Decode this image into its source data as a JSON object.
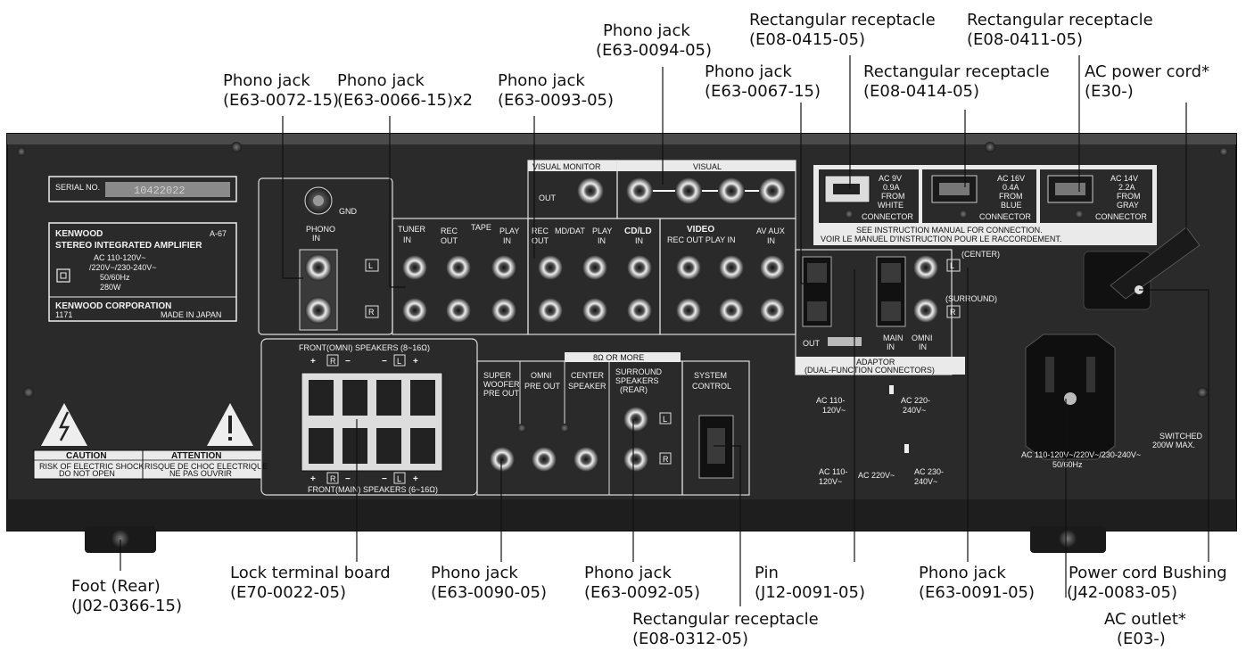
{
  "callouts": {
    "phono_0072": [
      "Phono jack",
      "(E63-0072-15)"
    ],
    "phono_0066": [
      "Phono jack",
      "(E63-0066-15)x2"
    ],
    "phono_0093": [
      "Phono jack",
      "(E63-0093-05)"
    ],
    "phono_0094": [
      "Phono jack",
      "(E63-0094-05)"
    ],
    "phono_0067": [
      "Phono jack",
      "(E63-0067-15)"
    ],
    "rect_0415": [
      "Rectangular receptacle",
      "(E08-0415-05)"
    ],
    "rect_0411": [
      "Rectangular receptacle",
      "(E08-0411-05)"
    ],
    "rect_0414": [
      "Rectangular receptacle",
      "(E08-0414-05)"
    ],
    "ac_cord": [
      "AC power cord*",
      "(E30-)"
    ],
    "foot": [
      "Foot (Rear)",
      "(J02-0366-15)"
    ],
    "lock_board": [
      "Lock terminal board",
      "(E70-0022-05)"
    ],
    "phono_0090": [
      "Phono jack",
      "(E63-0090-05)"
    ],
    "phono_0092": [
      "Phono jack",
      "(E63-0092-05)"
    ],
    "rect_0312": [
      "Rectangular receptacle",
      "(E08-0312-05)"
    ],
    "pin": [
      "Pin",
      "(J12-0091-05)"
    ],
    "phono_0091": [
      "Phono jack",
      "(E63-0091-05)"
    ],
    "bushing": [
      "Power cord Bushing",
      "(J42-0083-05)"
    ],
    "ac_outlet": [
      "AC outlet*",
      "(E03-)"
    ]
  },
  "panel": {
    "serial_label": "SERIAL NO.",
    "serial_value": "10422022",
    "brand": "KENWOOD",
    "model": "A-67",
    "product": "STEREO INTEGRATED AMPLIFIER",
    "power_lines": [
      "AC 110-120V~",
      "/220V~/230-240V~",
      "50/60Hz",
      "280W"
    ],
    "maker": "KENWOOD CORPORATION",
    "made_in": "MADE IN JAPAN",
    "code": "1171",
    "gnd": "GND",
    "phono_in": [
      "PHONO",
      "IN"
    ],
    "tuner_in": [
      "TUNER",
      "IN"
    ],
    "tape": "TAPE",
    "rec_out": [
      "REC",
      "OUT"
    ],
    "play_in": [
      "PLAY",
      "IN"
    ],
    "md_dat": "MD/DAT",
    "visual_monitor": "VISUAL MONITOR",
    "out": "OUT",
    "visual": "VISUAL",
    "cd_ld": "CD/LD",
    "in": "IN",
    "video": "VIDEO",
    "video_sub": "REC OUT  PLAY IN",
    "av_aux": "AV AUX",
    "l": "L",
    "r": "R",
    "center": "(CENTER)",
    "surround": "(SURROUND)",
    "main_in": [
      "MAIN",
      "IN"
    ],
    "omni_in": [
      "OMNI",
      "IN"
    ],
    "adaptor": "ADAPTOR",
    "dual_function": "(DUAL-FUNCTION CONNECTORS)",
    "receptacles": [
      [
        "AC 9V",
        "0.9A",
        "FROM",
        "WHITE",
        "CONNECTOR"
      ],
      [
        "AC 16V",
        "0.4A",
        "FROM",
        "BLUE",
        "CONNECTOR"
      ],
      [
        "AC 14V",
        "2.2A",
        "FROM",
        "GRAY",
        "CONNECTOR"
      ]
    ],
    "instruction_1": "SEE INSTRUCTION MANUAL FOR CONNECTION.",
    "instruction_2": "VOIR LE MANUEL D'INSTRUCTION POUR LE RACCORDEMENT.",
    "front_omni": "FRONT(OMNI) SPEAKERS (8~16Ω)",
    "front_main": "FRONT(MAIN) SPEAKERS (6~16Ω)",
    "plus": "+",
    "minus": "−",
    "super_woofer": [
      "SUPER",
      "WOOFER",
      "PRE OUT"
    ],
    "omni_pre_out": [
      "OMNI",
      "PRE OUT"
    ],
    "center_speaker": [
      "CENTER",
      "SPEAKER"
    ],
    "eight_ohm": "8Ω OR MORE",
    "surround_speakers": [
      "SURROUND",
      "SPEAKERS",
      "(REAR)"
    ],
    "system_control": [
      "SYSTEM",
      "CONTROL"
    ],
    "ac110_120_a": [
      "AC 110-",
      "120V~"
    ],
    "ac220_240_a": [
      "AC 220-",
      "240V~"
    ],
    "ac110_120_b": [
      "AC 110-",
      "120V~"
    ],
    "ac220": "AC 220V~",
    "ac230_240": [
      "AC 230-",
      "240V~"
    ],
    "switched": [
      "SWITCHED",
      "200W MAX."
    ],
    "outlet_rating": [
      "AC 110-120V~/220V~/230-240V~",
      "50/60Hz"
    ],
    "caution": "CAUTION",
    "caution_sub": [
      "RISK OF ELECTRIC SHOCK",
      "DO NOT OPEN"
    ],
    "attention": "ATTENTION",
    "attention_sub": [
      "RISQUE DE CHOC ELECTRIQUE",
      "NE PAS OUVRIR"
    ]
  }
}
